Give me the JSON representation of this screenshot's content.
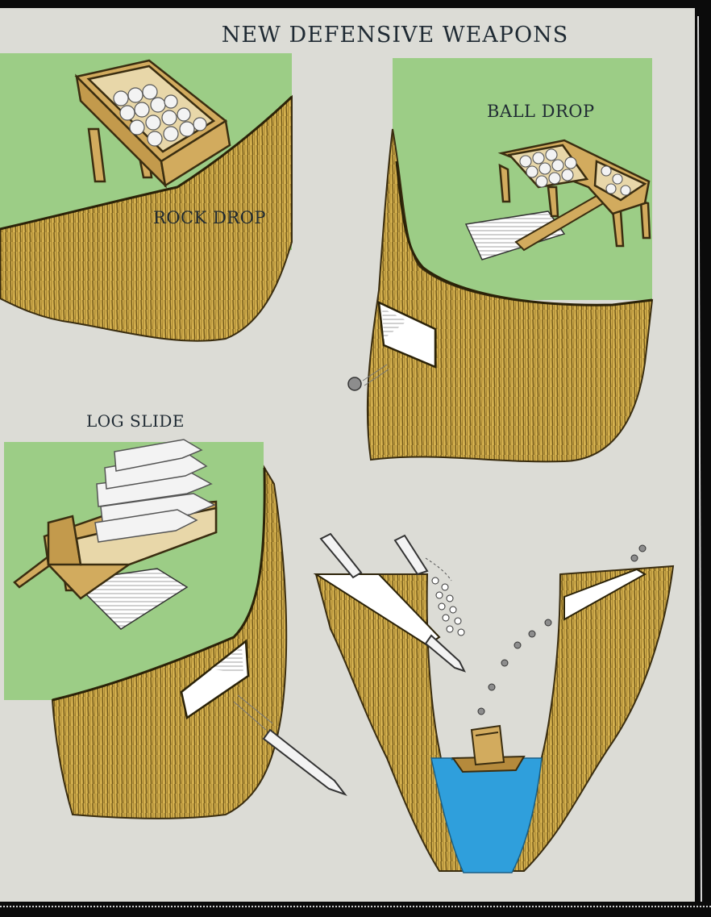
{
  "title": "NEW DEFENSIVE WEAPONS",
  "labels": {
    "rock_drop": "ROCK DROP",
    "ball_drop": "BALL DROP",
    "log_slide": "LOG SLIDE"
  },
  "colors": {
    "background": "#dcdcd6",
    "grass": "#9ccd86",
    "cliff": "#d8b451",
    "cliff_stripe": "#6e5518",
    "wood": "#d2ab5e",
    "water": "#2f9fdc",
    "ink": "#1f2a33",
    "frame": "#0b0b0b"
  }
}
